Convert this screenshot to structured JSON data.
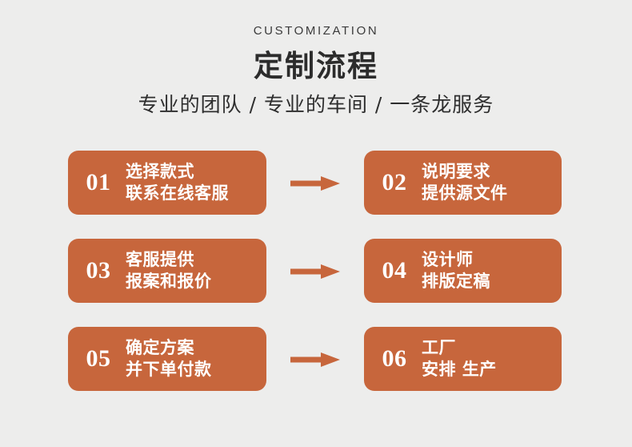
{
  "page": {
    "background_color": "#ededec",
    "accent_color": "#c7663c",
    "title_color": "#2c2c2c"
  },
  "header": {
    "eyebrow": "CUSTOMIZATION",
    "title": "定制流程",
    "subtitle": "专业的团队 / 专业的车间 / 一条龙服务"
  },
  "flow": {
    "arrow_icon": "arrow-right-icon",
    "rows": [
      {
        "left": {
          "number": "01",
          "line1": "选择款式",
          "line2": "联系在线客服"
        },
        "right": {
          "number": "02",
          "line1": "说明要求",
          "line2": "提供源文件"
        }
      },
      {
        "left": {
          "number": "03",
          "line1": "客服提供",
          "line2": "报案和报价"
        },
        "right": {
          "number": "04",
          "line1": "设计师",
          "line2": "排版定稿"
        }
      },
      {
        "left": {
          "number": "05",
          "line1": "确定方案",
          "line2": "并下单付款"
        },
        "right": {
          "number": "06",
          "line1": "工厂",
          "line2": "安排 生产"
        }
      }
    ]
  }
}
